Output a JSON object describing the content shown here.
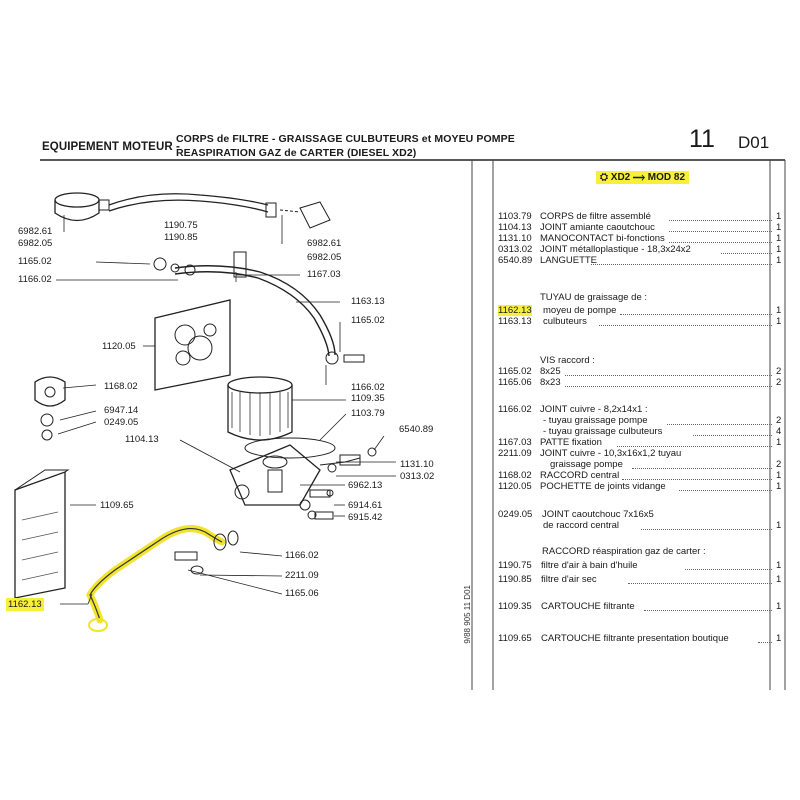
{
  "header": {
    "section": "EQUIPEMENT MOTEUR -",
    "title_line1": "CORPS de FILTRE - GRAISSAGE CULBUTEURS et MOYEU POMPE",
    "title_line2": "REASPIRATION GAZ de CARTER (DIESEL XD2)",
    "group_number": "11",
    "catalog_code": "D01"
  },
  "model_tag": "XD2 ⟶ MOD 82",
  "diagram_labels": {
    "l_698261_left": "6982.61",
    "l_698205_left": "6982.05",
    "l_119075": "1190.75",
    "l_119085": "1190.85",
    "l_698261_right": "6982.61",
    "l_698205_right": "6982.05",
    "l_116502_top": "1165.02",
    "l_116602_top": "1166.02",
    "l_116703": "1167.03",
    "l_116313": "1163.13",
    "l_116502_mid": "1165.02",
    "l_112005": "1120.05",
    "l_116802": "1168.02",
    "l_116602_mid": "1166.02",
    "l_110935": "1109.35",
    "l_694714": "6947.14",
    "l_024905": "0249.05",
    "l_110379": "1103.79",
    "l_110413": "1104.13",
    "l_654089": "6540.89",
    "l_113110": "1131.10",
    "l_031302": "0313.02",
    "l_696213": "6962.13",
    "l_691461": "6914.61",
    "l_691542": "6915.42",
    "l_110965": "1109.65",
    "l_116602_low": "1166.02",
    "l_221109": "2211.09",
    "l_116506": "1165.06",
    "l_116213": "1162.13"
  },
  "side_code": "9/88   905 11 D01",
  "parts": [
    {
      "ref": "1103.79",
      "desc": "CORPS de filtre assemblé",
      "qty": "1"
    },
    {
      "ref": "1104.13",
      "desc": "JOINT amiante caoutchouc",
      "qty": "1"
    },
    {
      "ref": "1131.10",
      "desc": "MANOCONTACT bi-fonctions",
      "qty": "1"
    },
    {
      "ref": "0313.02",
      "desc": "JOINT métalloplastique - 18,3x24x2",
      "qty": "1"
    },
    {
      "ref": "6540.89",
      "desc": "LANGUETTE",
      "qty": "1"
    },
    {
      "ref": "",
      "desc": "TUYAU de graissage de :",
      "qty": ""
    },
    {
      "ref": "1162.13",
      "desc": "moyeu de pompe",
      "qty": "1"
    },
    {
      "ref": "1163.13",
      "desc": "culbuteurs",
      "qty": "1"
    },
    {
      "ref": "",
      "desc": "VIS raccord :",
      "qty": ""
    },
    {
      "ref": "1165.02",
      "desc": "8x25",
      "qty": "2"
    },
    {
      "ref": "1165.06",
      "desc": "8x23",
      "qty": "2"
    },
    {
      "ref": "1166.02",
      "desc": "JOINT cuivre - 8,2x14x1 :",
      "qty": ""
    },
    {
      "ref": "",
      "desc": "- tuyau graissage pompe",
      "qty": "2"
    },
    {
      "ref": "",
      "desc": "- tuyau graissage culbuteurs",
      "qty": "4"
    },
    {
      "ref": "1167.03",
      "desc": "PATTE fixation",
      "qty": "1"
    },
    {
      "ref": "2211.09",
      "desc": "JOINT cuivre - 10,3x16x1,2 tuyau",
      "qty": ""
    },
    {
      "ref": "",
      "desc": "graissage pompe",
      "qty": "2"
    },
    {
      "ref": "1168.02",
      "desc": "RACCORD central",
      "qty": "1"
    },
    {
      "ref": "1120.05",
      "desc": "POCHETTE de joints vidange",
      "qty": "1"
    },
    {
      "ref": "0249.05",
      "desc": "JOINT caoutchouc 7x16x5",
      "qty": ""
    },
    {
      "ref": "",
      "desc": "de raccord central",
      "qty": "1"
    },
    {
      "ref": "",
      "desc": "RACCORD réaspiration gaz de carter :",
      "qty": ""
    },
    {
      "ref": "1190.75",
      "desc": "filtre d'air à bain d'huile",
      "qty": "1"
    },
    {
      "ref": "1190.85",
      "desc": "filtre d'air sec",
      "qty": "1"
    },
    {
      "ref": "1109.35",
      "desc": "CARTOUCHE filtrante",
      "qty": "1"
    },
    {
      "ref": "1109.65",
      "desc": "CARTOUCHE filtrante presentation boutique",
      "qty": "1"
    }
  ]
}
